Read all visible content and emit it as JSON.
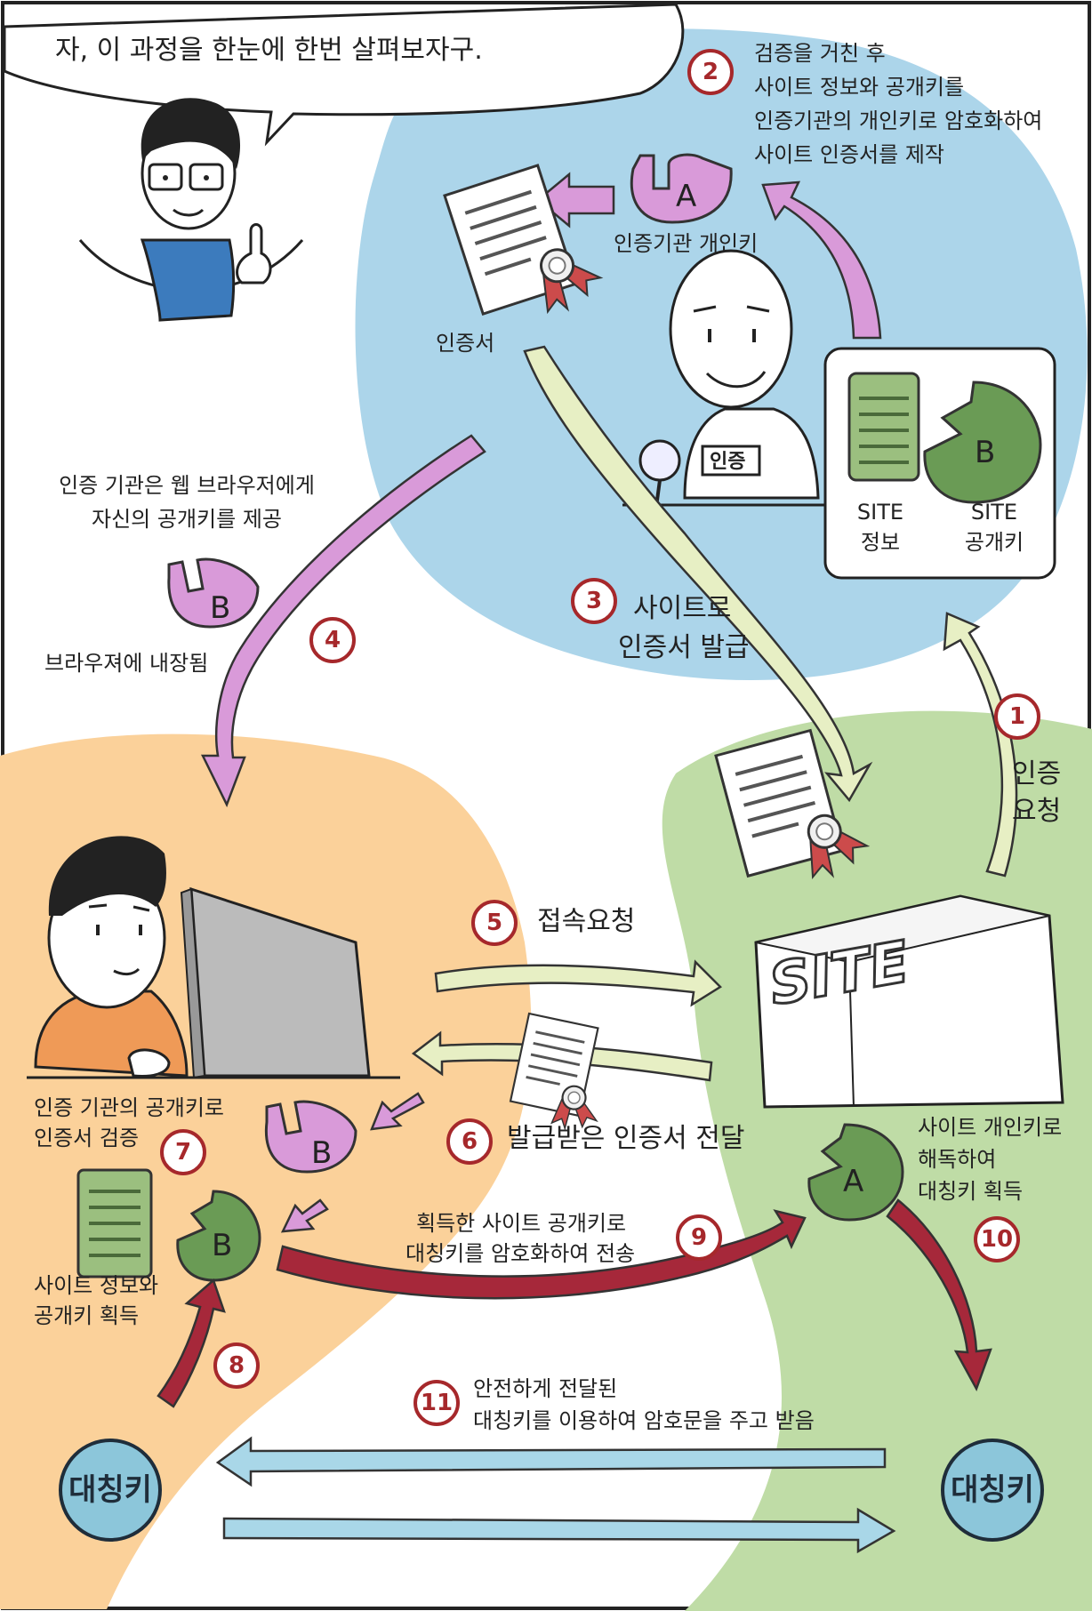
{
  "speech": "자, 이 과정을 한눈에 한번 살펴보자구.",
  "steps": {
    "s1": {
      "num": "1",
      "line1": "인증",
      "line2": "요청"
    },
    "s2": {
      "num": "2",
      "line1": "검증을 거친 후",
      "line2": "사이트 정보와 공개키를",
      "line3": "인증기관의 개인키로 암호화하여",
      "line4": "사이트 인증서를 제작"
    },
    "s3": {
      "num": "3",
      "line1": "사이트로",
      "line2": "인증서 발급"
    },
    "s4": {
      "num": "4"
    },
    "s5": {
      "num": "5",
      "text": "접속요청"
    },
    "s6": {
      "num": "6",
      "text": "발급받은 인증서 전달"
    },
    "s7": {
      "num": "7",
      "line1": "인증 기관의 공개키로",
      "line2": "인증서 검증"
    },
    "s8": {
      "num": "8"
    },
    "s9": {
      "num": "9",
      "line1": "획득한 사이트 공개키로",
      "line2": "대칭키를 암호화하여 전송"
    },
    "s10": {
      "num": "10",
      "line1": "사이트 개인키로",
      "line2": "해독하여",
      "line3": "대칭키 획득"
    },
    "s11": {
      "num": "11",
      "line1": "안전하게 전달된",
      "line2": "대칭키를 이용하여 암호문을 주고 받음"
    }
  },
  "labels": {
    "ca_private_key": "인증기관 개인키",
    "certificate": "인증서",
    "site_info_line1": "SITE",
    "site_info_line2": "정보",
    "site_pubkey_line1": "SITE",
    "site_pubkey_line2": "공개키",
    "ca_gives_line1": "인증 기관은 웹 브라우저에게",
    "ca_gives_line2": "자신의 공개키를 제공",
    "builtin_browser": "브라우져에 내장됨",
    "site_info_acquired_line1": "사이트 정보와",
    "site_info_acquired_line2": "공개키 획득",
    "symmetric_key_left": "대칭키",
    "symmetric_key_right": "대칭키",
    "site_sign": "SITE",
    "badge": "인증",
    "key_a": "A",
    "key_b": "B"
  },
  "colors": {
    "ca_region": "#acd5ea",
    "user_region": "#fbd19a",
    "site_region": "#bfdca6",
    "purple": "#d99ad9",
    "light_green": "#e7efc4",
    "dark_red": "#a6283a",
    "light_blue": "#a9d7e8",
    "key_green": "#6a9b55"
  }
}
